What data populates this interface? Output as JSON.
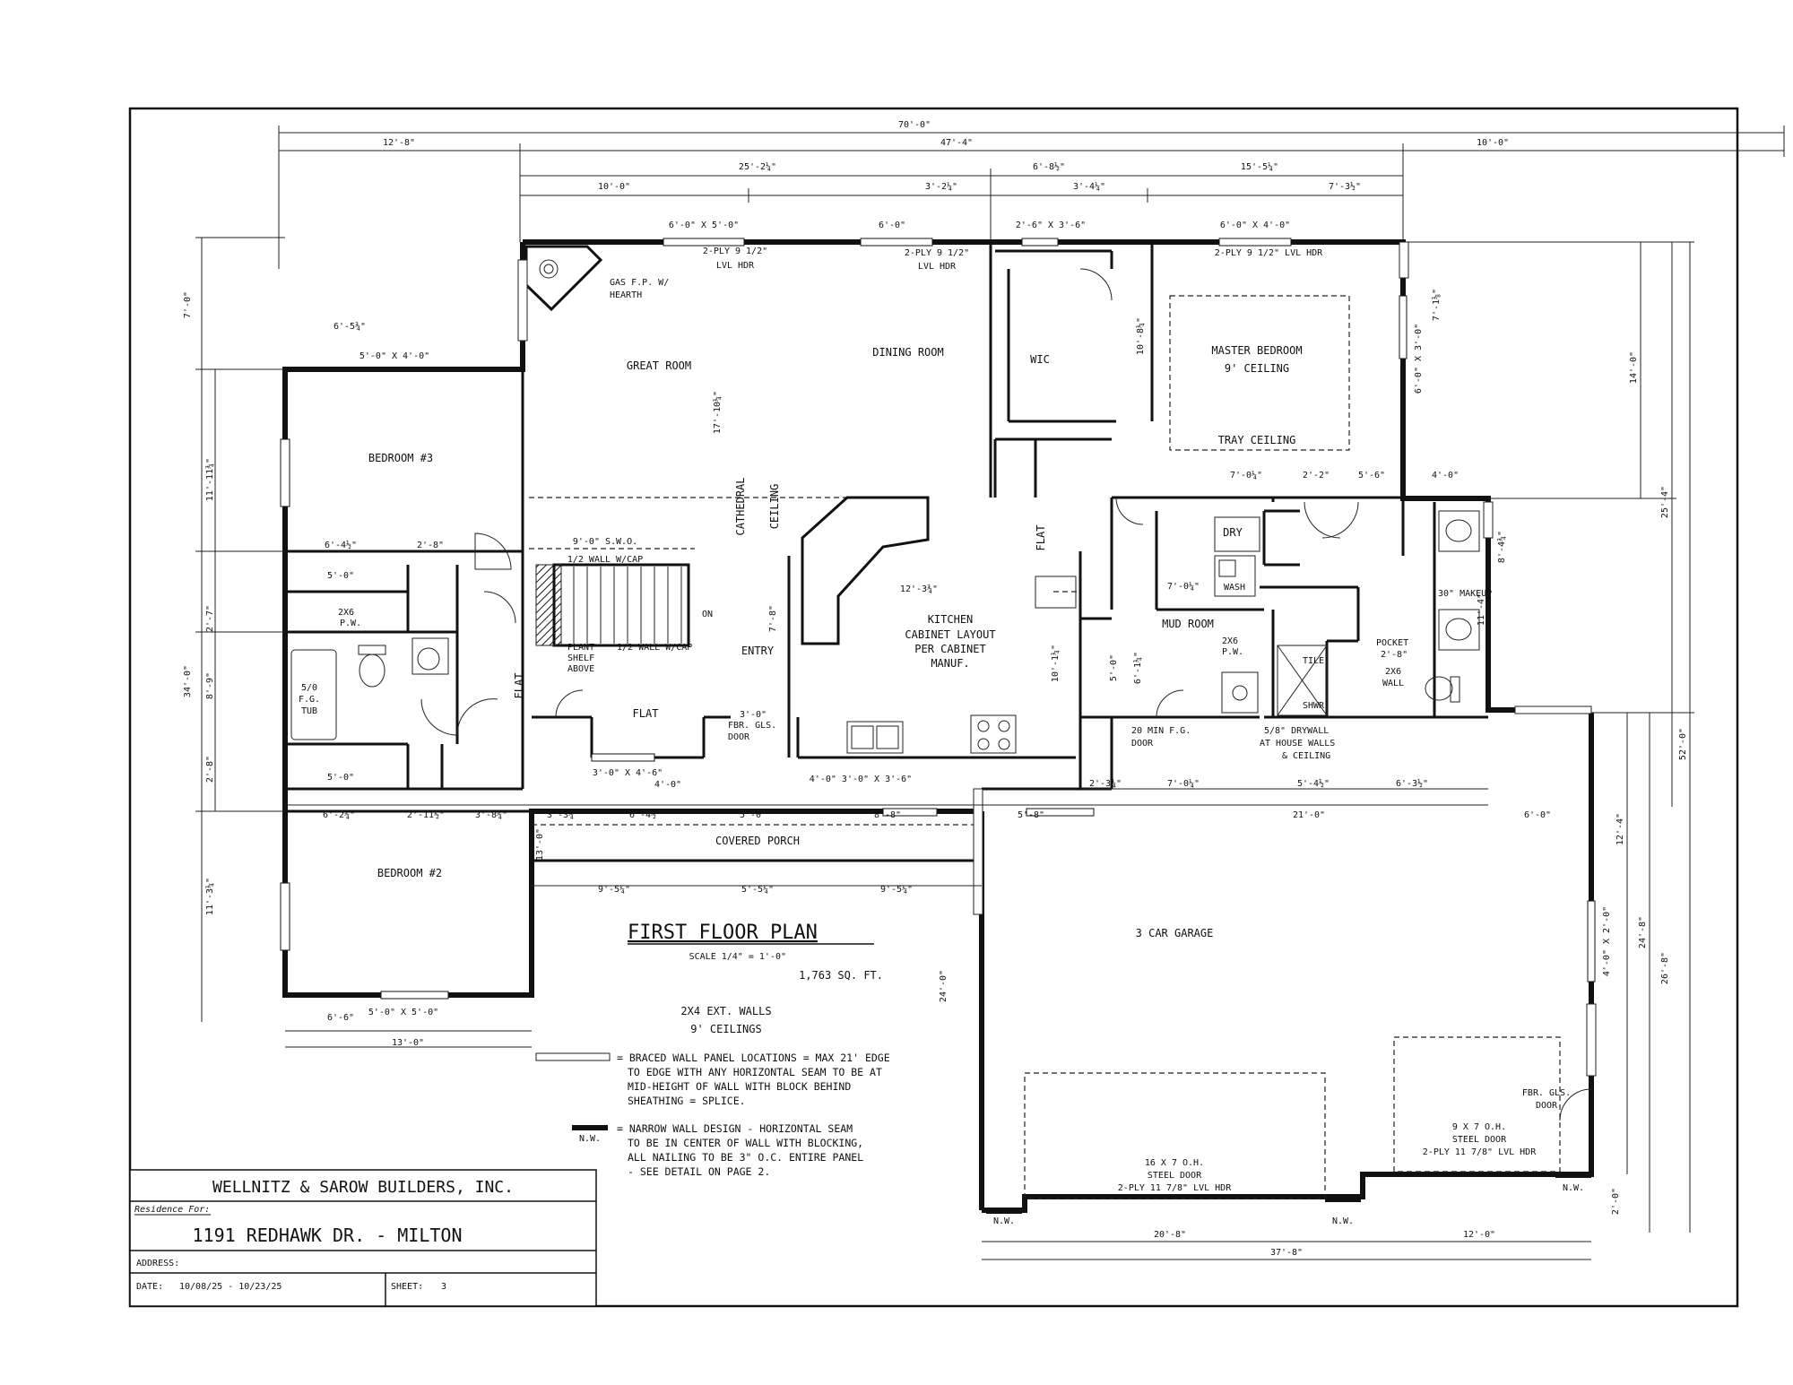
{
  "plan": {
    "title": "FIRST FLOOR PLAN",
    "scale": "SCALE 1/4\" = 1'-0\"",
    "area": "1,763 SQ. FT.",
    "walls_note": "2X4 EXT. WALLS",
    "ceilings_note": "9' CEILINGS"
  },
  "rooms": {
    "great_room": "GREAT ROOM",
    "dining_room": "DINING ROOM",
    "wic": "WIC",
    "master_bedroom": "MASTER BEDROOM",
    "master_ceiling": "9' CEILING",
    "tray_ceiling": "TRAY CEILING",
    "bedroom3": "BEDROOM #3",
    "bedroom2": "BEDROOM #2",
    "kitchen": "KITCHEN",
    "kitchen_note1": "CABINET LAYOUT",
    "kitchen_note2": "PER CABINET",
    "kitchen_note3": "MANUF.",
    "entry": "ENTRY",
    "mud_room": "MUD ROOM",
    "covered_porch": "COVERED PORCH",
    "garage": "3 CAR GARAGE",
    "cathedral": "CATHEDRAL",
    "ceiling": "CEILING",
    "flat": "FLAT",
    "dry": "DRY",
    "wash": "WASH",
    "tile": "TILE",
    "shwr": "SHWR",
    "tub1": "5/0",
    "tub2": "F.G.",
    "tub3": "TUB",
    "gas_fp1": "GAS F.P. W/",
    "gas_fp2": "HEARTH",
    "plant1": "PLANT",
    "plant2": "SHELF",
    "plant3": "ABOVE",
    "half_wall_cap": "1/2 WALL W/CAP",
    "pocket": "POCKET",
    "pocket_size": "2'-8\"",
    "wall_2x6": "2X6",
    "wall_word": "WALL",
    "pw_2x6": "2X6",
    "pw": "P.W.",
    "fbr_gls_door1": "FBR. GLS.",
    "fbr_gls_door2": "DOOR",
    "min_door1": "20 MIN F.G.",
    "min_door2": "DOOR",
    "drywall1": "5/8\" DRYWALL",
    "drywall2": "AT HOUSE WALLS",
    "drywall3": "& CEILING",
    "makeup": "30\" MAKEUP",
    "swo": "9'-0\" S.W.O.",
    "stair_on": "ON"
  },
  "headers": {
    "h1": "2-PLY 9 1/2\"",
    "h1b": "LVL HDR",
    "h2": "2-PLY 9 1/2\"",
    "h2b": "LVL HDR",
    "h3": "2-PLY 9 1/2\" LVL HDR"
  },
  "garage_doors": {
    "door16_1": "16 X 7 O.H.",
    "door16_2": "STEEL DOOR",
    "door16_3": "2-PLY 11 7/8\" LVL HDR",
    "door9_1": "9 X 7 O.H.",
    "door9_2": "STEEL DOOR",
    "door9_3": "2-PLY 11 7/8\" LVL HDR",
    "side_door1": "FBR. GLS.",
    "side_door2": "DOOR"
  },
  "dimensions": {
    "overall_width": "70'-0\"",
    "top_left": "12'-8\"",
    "top_mid": "47'-4\"",
    "top_right": "10'-0\"",
    "r2a": "25'-2¼\"",
    "r2b": "6'-8½\"",
    "r2c": "15'-5¼\"",
    "r3a": "10'-0\"",
    "r3b": "3'-2¼\"",
    "r3c": "3'-4¼\"",
    "r3d": "7'-3½\"",
    "win1": "6'-0\" X 5'-0\"",
    "win2": "6'-0\"",
    "win3": "2'-6\" X 3'-6\"",
    "win4": "6'-0\" X 4'-0\"",
    "left_7": "7'-0\"",
    "left_34": "34'-0\"",
    "win_b3": "6'-5¾\"",
    "win_b3b": "5'-0\" X 4'-0\"",
    "b3_depth": "11'-11¾\"",
    "b2_depth": "11'-3¼\"",
    "bath_w": "5'-0\"",
    "closet_w": "5'-0\"",
    "d_2_7": "2'-7\"",
    "d_8_9": "8'-9\"",
    "d_2_8": "2'-8\"",
    "great_depth": "17'-10¼\"",
    "dining_depth": "10'-8¼\"",
    "kitchen_w": "12'-3¾\"",
    "right_14": "14'-0\"",
    "right_25": "25'-4\"",
    "right_52": "52'-0\"",
    "right_11_4": "11'-4\"",
    "right_8": "8'-4¾\"",
    "right_7": "7'-1⅛\"",
    "right_6": "6'-0\" X 3'-0\"",
    "g_12_4": "12'-4\"",
    "g_24_8": "24'-8\"",
    "g_26_8": "26'-8\"",
    "g_4_0": "4'-0\" X 2'-0\"",
    "g_24_0": "24'-0\"",
    "g_2_0": "2'-0\"",
    "porch_a": "9'-5¼\"",
    "porch_b": "5'-5¼\"",
    "porch_c": "9'-5¼\"",
    "porch_13": "13'-0\"",
    "row_a": "6'-2¾\"",
    "row_b": "2'-11½\"",
    "row_c": "3'-8¾\"",
    "row_d": "3'-3¾\"",
    "row_e": "6'-4½\"",
    "row_f": "5'-0\"",
    "row_g": "8'-8\"",
    "row_h": "5'-8\"",
    "row_i": "21'-0\"",
    "row_j": "6'-0\"",
    "row2_a": "2'-3¾\"",
    "row2_b": "7'-0¼\"",
    "row2_c": "5'-4½\"",
    "row2_d": "6'-3½\"",
    "mb_a": "7'-0¼\"",
    "mb_b": "2'-2\"",
    "mb_c": "5'-6\"",
    "mb_d": "4'-0\"",
    "bot_a": "6'-6\"",
    "bot_b": "5'-0\" X 5'-0\"",
    "bot_13": "13'-0\"",
    "g_20_8": "20'-8\"",
    "g_12_0": "12'-0\"",
    "g_37_8": "37'-8\"",
    "kit_win": "4'-0\" 3'-0\" X 3'-6\"",
    "entry_win": "3'-0\" X 4'-6\"",
    "entry_win2": "4'-0\"",
    "fbr_3_0": "3'-0\"",
    "d_7_8": "7'-8\"",
    "d_7_0": "7'-0¼\"",
    "d_5_0": "5'-0\"",
    "d_6_1": "6'-1¼\"",
    "d_10_1": "10'-1¼\""
  },
  "legend": {
    "braced1": "= BRACED WALL PANEL LOCATIONS = MAX 21' EDGE",
    "braced2": "TO EDGE WITH ANY HORIZONTAL SEAM TO BE AT",
    "braced3": "MID-HEIGHT OF WALL WITH BLOCK BEHIND",
    "braced4": "SHEATHING = SPLICE.",
    "nw_label": "N.W.",
    "narrow1": "= NARROW WALL DESIGN - HORIZONTAL SEAM",
    "narrow2": "TO BE IN CENTER OF WALL WITH BLOCKING,",
    "narrow3": "ALL NAILING TO BE 3\" O.C. ENTIRE PANEL",
    "narrow4": "- SEE DETAIL ON PAGE 2."
  },
  "title_block": {
    "company": "WELLNITZ & SAROW BUILDERS, INC.",
    "residence_label": "Residence For:",
    "residence": "1191 REDHAWK DR. - MILTON",
    "address_label": "ADDRESS:",
    "date_label": "DATE:",
    "date": "10/08/25 - 10/23/25",
    "sheet_label": "SHEET:",
    "sheet": "3"
  }
}
